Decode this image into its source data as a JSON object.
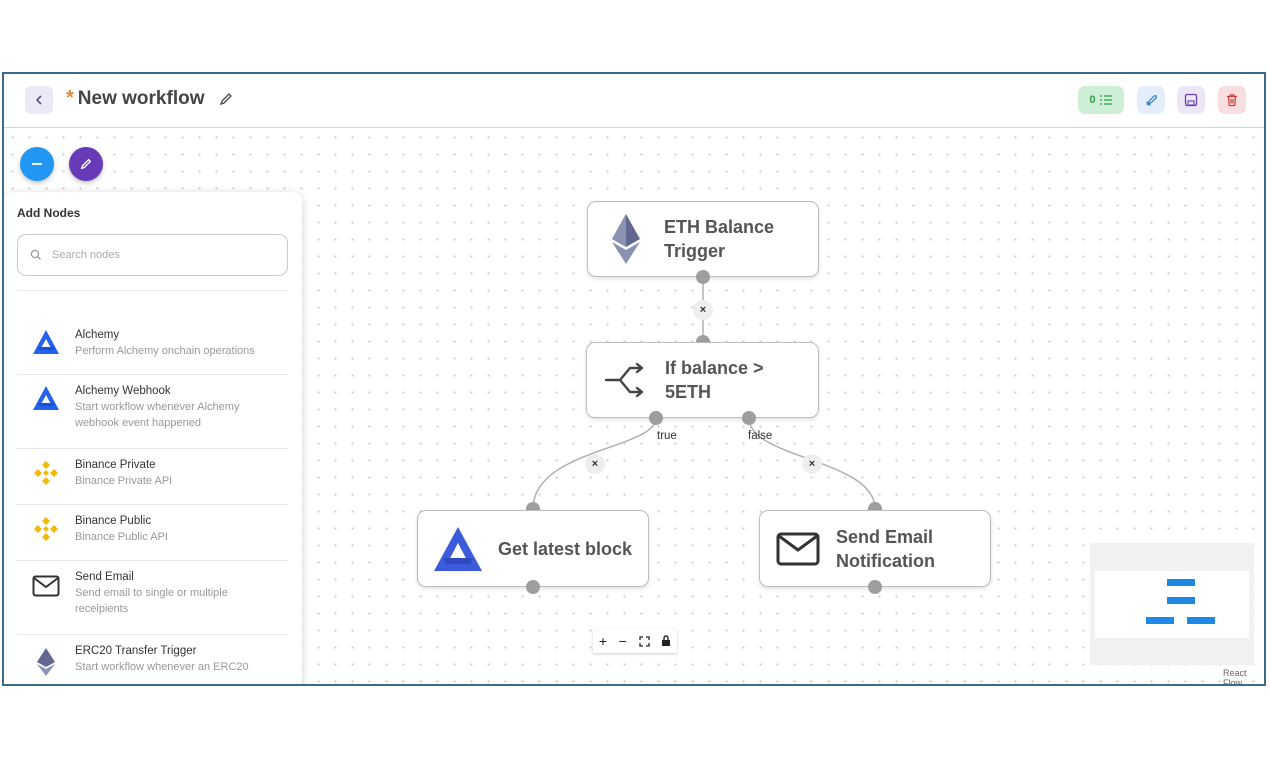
{
  "header": {
    "back_icon": "chevron-left-icon",
    "unsaved_marker": "*",
    "title": "New workflow",
    "executions_count": "0",
    "colors": {
      "exec_bg": "#cfeed6",
      "deploy_bg": "#e3eefa",
      "save_bg": "#ece6f6",
      "delete_bg": "#f8dede"
    }
  },
  "panel": {
    "title": "Add Nodes",
    "search_placeholder": "Search nodes",
    "items": [
      {
        "name": "Alchemy",
        "desc": "Perform Alchemy onchain operations",
        "icon": "alchemy-icon"
      },
      {
        "name": "Alchemy Webhook",
        "desc": "Start workflow whenever Alchemy webhook event happened",
        "icon": "alchemy-icon"
      },
      {
        "name": "Binance Private",
        "desc": "Binance Private API",
        "icon": "binance-icon"
      },
      {
        "name": "Binance Public",
        "desc": "Binance Public API",
        "icon": "binance-icon"
      },
      {
        "name": "Send Email",
        "desc": "Send email to single or multiple receipients",
        "icon": "envelope-icon"
      },
      {
        "name": "ERC20 Transfer Trigger",
        "desc": "Start workflow whenever an ERC20",
        "icon": "ethereum-icon"
      }
    ]
  },
  "flow": {
    "nodes": {
      "trigger": {
        "label": "ETH Balance Trigger",
        "line1": "ETH Balance",
        "line2": "Trigger"
      },
      "condition": {
        "label": "If balance > 5ETH",
        "line1": "If balance >",
        "line2": "5ETH"
      },
      "block": {
        "label": "Get latest block"
      },
      "email": {
        "label": "Send Email Notification",
        "line1": "Send Email",
        "line2": "Notification"
      }
    },
    "edge_labels": {
      "true": "true",
      "false": "false"
    },
    "edge_delete": "×"
  },
  "controls": {
    "zoom_in": "+",
    "zoom_out": "−"
  },
  "attribution": "React Flow",
  "colors": {
    "accent_blue": "#2196f3",
    "accent_purple": "#673ab7",
    "minimap_node": "#1e88e5",
    "frame_border": "#3b6b86"
  }
}
